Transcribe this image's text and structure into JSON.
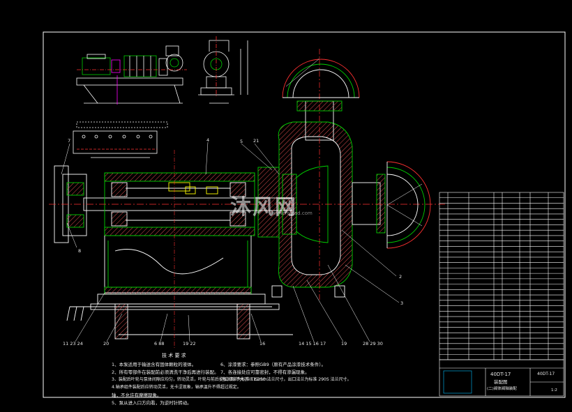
{
  "drawing": {
    "colors": {
      "background": "#000000",
      "outline": "#ffffff",
      "section_outline": "#00d000",
      "hatch": "#e05050",
      "centerline": "#ff3030",
      "dimension": "#ffffff",
      "highlight": "#ffff00",
      "accent": "#ff00ff",
      "table": "#ffffff"
    },
    "balloons": {
      "b7": "7",
      "b8": "8",
      "b4": "4",
      "b21": "21",
      "b5": "5",
      "b2": "2",
      "b3": "3",
      "b_11_23_24": "11 23 24",
      "b20": "20",
      "b6_88": "6 88",
      "b19_22": "19 22",
      "b16": "16",
      "b14_15_16_17": "14 15 16 17",
      "b19": "19",
      "b28_29_30": "28 29 30"
    },
    "technical_requirements": {
      "title": "技 术 要 求",
      "items": [
        "1、本泵适用于输送含有固体颗粒的液体。",
        "2、所有零部件在装配前必须清洗干净后再进行装配。",
        "3、装配后叶轮与泵体间隙应均匀，转动灵活，叶轮与前后护板间隙不大于 0.12mm",
        "   4.轴承组件装配后应转动灵活，无卡涩现象，轴承温升不得超过规定。",
        "   轴，不允许有摩擦现象。",
        "5、泵从进入口方向看，为逆时针转动。",
        "6、涂漆要求：参照GB9（原有产品涂漆技术条件）。",
        "7、各连接处应可靠密封，不得有渗漏现象。",
        "   进口法兰为标准 TIS250 法兰尺寸。出口法兰为标准 290S 法兰尺寸。"
      ]
    },
    "title_block": {
      "code": "40DT-17",
      "name": "装配图",
      "subname": "(二)阀体阀轴装配",
      "code2": "40DT-17",
      "sheet": "1:2"
    },
    "parts_table_rows": 31,
    "watermark": {
      "text": "沐风网",
      "url": "www.mfcad.com"
    }
  }
}
